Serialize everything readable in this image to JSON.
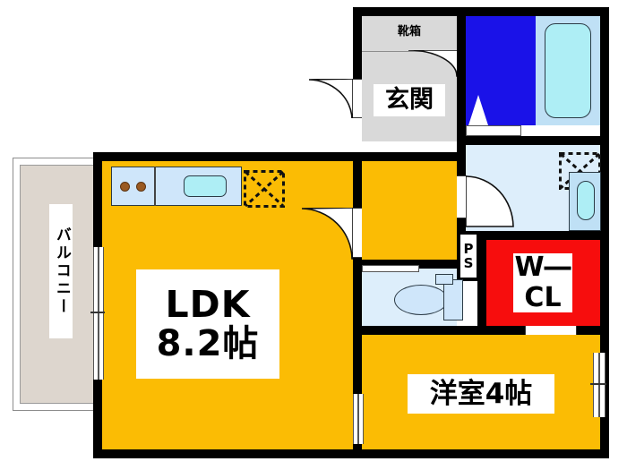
{
  "plan": {
    "type": "apartment-floor-plan",
    "unit_layout": "1LDK",
    "orientation_note": "balcony on west side"
  },
  "rooms": [
    {
      "key": "ldk",
      "label_line1": "LDK",
      "label_line2": "8.2帖",
      "fill": "#fbbc04"
    },
    {
      "key": "bedroom",
      "label": "洋室4帖",
      "fill": "#fbbc04"
    },
    {
      "key": "entrance",
      "label": "玄関",
      "fill": "#d9d9d9"
    },
    {
      "key": "shoebox",
      "label": "靴箱",
      "fill": "#d9d9d9"
    },
    {
      "key": "closet",
      "label_line1": "W―",
      "label_line2": "CL",
      "fill": "#f70d0d"
    },
    {
      "key": "balcony",
      "label": "バルコニー",
      "fill": "#ddd6ce"
    },
    {
      "key": "ps",
      "label_line1": "P",
      "label_line2": "S"
    },
    {
      "key": "bath",
      "label": "",
      "fill": "#1a12e8"
    },
    {
      "key": "washroom",
      "label": "",
      "fill": "#ddeefb"
    },
    {
      "key": "toilet",
      "label": "",
      "fill": "#ddeefb"
    },
    {
      "key": "hallway",
      "label": "",
      "fill": "#fbbc04"
    }
  ],
  "labels": {
    "ldk_name": "LDK",
    "ldk_size": "8.2帖",
    "bedroom": "洋室4帖",
    "entrance": "玄関",
    "shoebox": "靴箱",
    "closet_line1": "W―",
    "closet_line2": "CL",
    "balcony": "バルコニー",
    "ps_line1": "P",
    "ps_line2": "S"
  },
  "fixtures": [
    {
      "name": "stove",
      "burners": 2,
      "room": "ldk"
    },
    {
      "name": "kitchen-sink",
      "room": "ldk"
    },
    {
      "name": "refrigerator-space",
      "room": "ldk",
      "marker": "dashed-x"
    },
    {
      "name": "washing-machine-space",
      "room": "washroom",
      "marker": "dashed-x"
    },
    {
      "name": "vanity-sink",
      "room": "washroom"
    },
    {
      "name": "bathtub",
      "room": "bath"
    },
    {
      "name": "toilet-bowl",
      "room": "toilet"
    }
  ],
  "colors": {
    "wall": "#000000",
    "floor_yellow": "#fbbc04",
    "entrance_gray": "#d9d9d9",
    "closet_red": "#f70d0d",
    "bath_blue": "#1a12e8",
    "water_light_blue": "#cfe6fa",
    "washroom_pale": "#ddeefb",
    "balcony_beige": "#ddd6ce",
    "tub_cyan": "#aeeef5"
  }
}
